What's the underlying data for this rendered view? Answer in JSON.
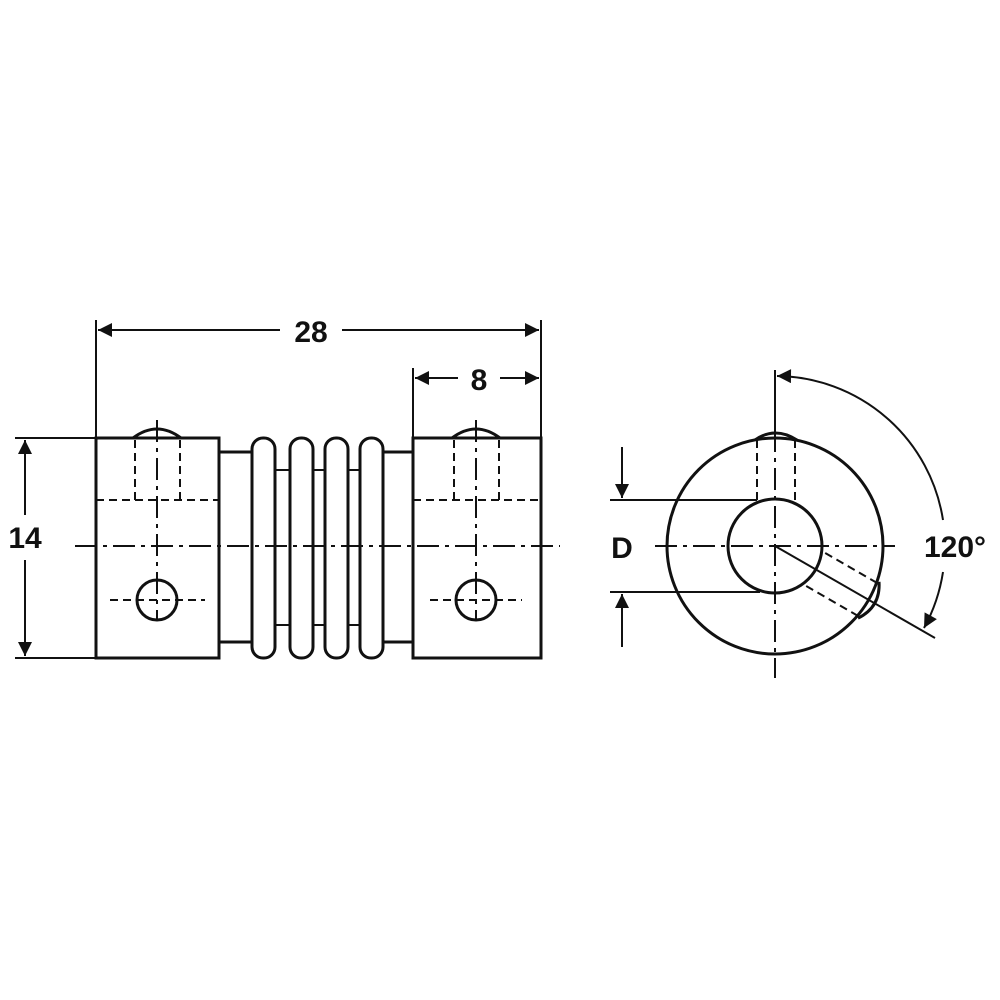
{
  "drawing": {
    "side_view": {
      "overall_length": "28",
      "hub_length": "8",
      "outer_diameter": "14"
    },
    "end_view": {
      "bore_label": "D",
      "screw_angle": "120°"
    },
    "line_color": "#111111",
    "background": "#ffffff"
  }
}
